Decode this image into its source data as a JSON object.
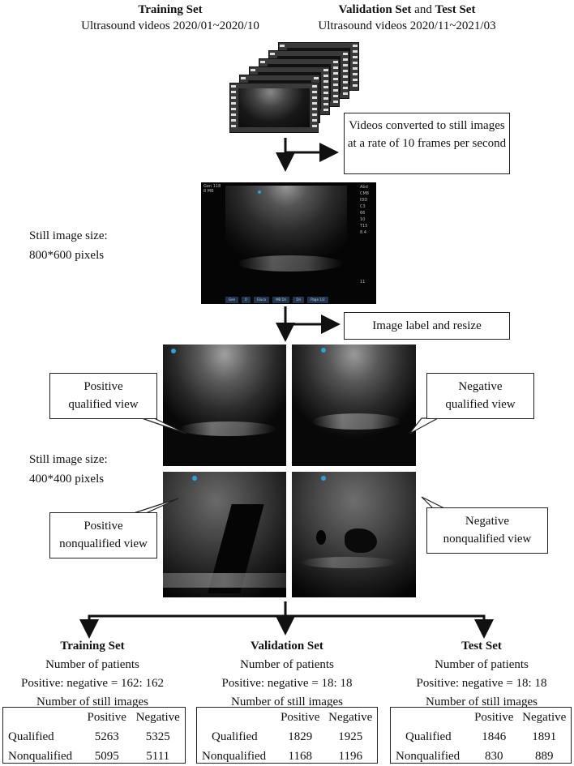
{
  "header": {
    "training_title": "Training Set",
    "training_sub": "Ultrasound videos 2020/01~2020/10",
    "valtest_title_a": "Validation Set",
    "valtest_title_and": " and ",
    "valtest_title_b": "Test Set",
    "valtest_sub": "Ultrasound videos 2020/11~2021/03"
  },
  "steps": {
    "convert_box": "Videos converted to still images at a rate of 10 frames per second",
    "label_box": "Image label and resize"
  },
  "sizes": {
    "big_label_1": "Still image size:",
    "big_label_2": "800*600 pixels",
    "small_label_1": "Still image size:",
    "small_label_2": "400*400 pixels"
  },
  "callouts": {
    "pos_q_1": "Positive",
    "pos_q_2": "qualified view",
    "neg_q_1": "Negative",
    "neg_q_2": "qualified view",
    "pos_n_1": "Positive",
    "pos_n_2": "nonqualified view",
    "neg_n_1": "Negative",
    "neg_n_2": "nonqualified view"
  },
  "ultrasound_overlay": {
    "top_left": [
      "Gen 118",
      "8 MB"
    ],
    "right_panel": [
      "Abd",
      "CM8",
      "IDD",
      "C3",
      "66",
      "10",
      "T15",
      "8.4"
    ],
    "bottom_bar": [
      "Gen",
      "0",
      "Gluco",
      "MB Dri",
      "Dri",
      "Page 1/2"
    ],
    "depth": "11"
  },
  "sets": [
    {
      "title": "Training Set",
      "patients_label": "Number of patients",
      "ratio": "Positive: negative = 162: 162",
      "images_label": "Number of still images",
      "col_pos": "Positive",
      "col_neg": "Negative",
      "rows": [
        {
          "label": "Qualified",
          "pos": "5263",
          "neg": "5325"
        },
        {
          "label": "Nonqualified",
          "pos": "5095",
          "neg": "5111"
        }
      ]
    },
    {
      "title": "Validation Set",
      "patients_label": "Number of patients",
      "ratio": "Positive: negative = 18: 18",
      "images_label": "Number of still images",
      "col_pos": "Positive",
      "col_neg": "Negative",
      "rows": [
        {
          "label": "Qualified",
          "pos": "1829",
          "neg": "1925"
        },
        {
          "label": "Nonqualified",
          "pos": "1168",
          "neg": "1196"
        }
      ]
    },
    {
      "title": "Test Set",
      "patients_label": "Number of patients",
      "ratio": "Positive: negative = 18: 18",
      "images_label": "Number of still images",
      "col_pos": "Positive",
      "col_neg": "Negative",
      "rows": [
        {
          "label": "Qualified",
          "pos": "1846",
          "neg": "1891"
        },
        {
          "label": "Nonqualified",
          "pos": "830",
          "neg": "889"
        }
      ]
    }
  ],
  "colors": {
    "marker_dot": "#2aa3d6",
    "line": "#111111"
  }
}
